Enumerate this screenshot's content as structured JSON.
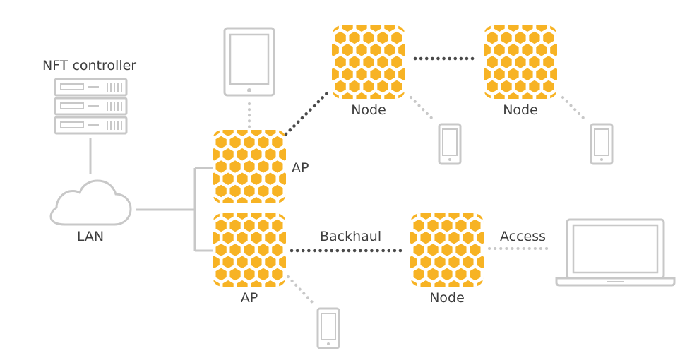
{
  "labels": {
    "controller": "NFT controller",
    "lan": "LAN",
    "ap_top": "AP",
    "ap_bottom": "AP",
    "node_top_left": "Node",
    "node_top_right": "Node",
    "node_bottom": "Node",
    "backhaul": "Backhaul",
    "access": "Access"
  },
  "colors": {
    "node_fill": "#f7b324",
    "honeycomb_lines": "#ffffff",
    "device_gray": "#c8c8c8",
    "dotted_backhaul": "#4a4a4a",
    "dotted_access": "#c8c8c8",
    "text": "#3d3d3d"
  },
  "icons": {
    "controller": "server-rack-icon",
    "lan": "cloud-icon",
    "node": "honeycomb-node-icon",
    "tablet": "tablet-icon",
    "phone": "smartphone-icon",
    "laptop": "laptop-icon"
  }
}
